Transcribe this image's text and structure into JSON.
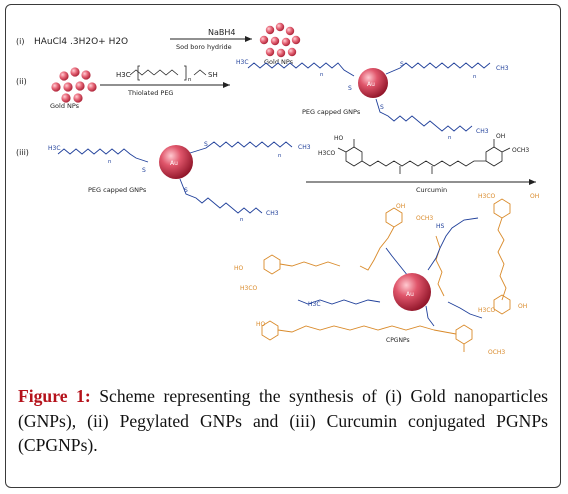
{
  "scheme": {
    "step_i": {
      "label": "(i)",
      "reactants": "HAuCl4 .3H2O+ H2O",
      "reagent_top": "NaBH4",
      "reagent_bottom": "Sod boro hydride",
      "product_label": "Gold NPs"
    },
    "step_ii": {
      "label": "(ii)",
      "left_label": "Gold NPs",
      "peg_formula_left": "H3C",
      "peg_formula_n": "n",
      "peg_formula_right": "SH",
      "reagent_bottom": "Thiolated PEG",
      "product_label": "PEG capped GNPs",
      "core_label": "Au",
      "chain_end": "CH3",
      "chain_end_left": "H3C",
      "chain_n": "n",
      "thiol_s": "S"
    },
    "step_iii": {
      "label": "(iii)",
      "left_label": "PEG capped GNPs",
      "core_label": "Au",
      "curcumin_left_oh": "HO",
      "curcumin_left_ome": "H3CO",
      "curcumin_right_oh": "OH",
      "curcumin_right_ome": "OCH3",
      "arrow_label": "Curcumin"
    },
    "product": {
      "core_label": "Au",
      "product_label": "CPGNPs",
      "group_labels": [
        "H3CO",
        "OH",
        "OH",
        "OCH3",
        "HO",
        "H3CO",
        "HS",
        "H3CO",
        "HO",
        "OH",
        "OCH3",
        "H3C"
      ]
    }
  },
  "colors": {
    "gold_np": "#e0475a",
    "au_core": "#d23a4c",
    "peg_chain": "#1f3f9a",
    "curcumin": "#d98a2a",
    "caption_lead": "#b5121b"
  },
  "caption": {
    "lead": "Figure 1:",
    "text": "Scheme representing the synthesis of (i) Gold nanoparticles (GNPs), (ii) Pegylated GNPs and (iii) Curcumin conjugated PGNPs (CPGNPs)."
  }
}
